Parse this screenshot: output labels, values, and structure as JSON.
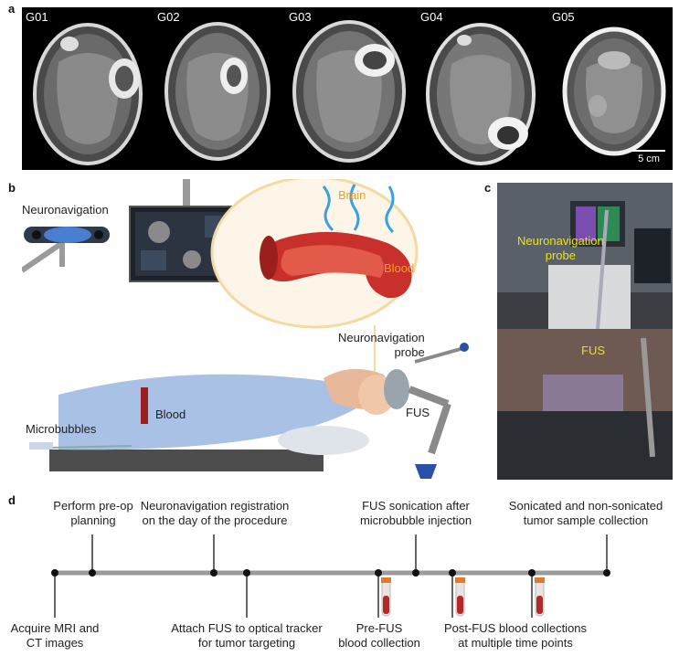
{
  "panels": {
    "a": "a",
    "b": "b",
    "c": "c",
    "d": "d"
  },
  "mri": {
    "scans": [
      {
        "id": "G01"
      },
      {
        "id": "G02"
      },
      {
        "id": "G03"
      },
      {
        "id": "G04"
      },
      {
        "id": "G05"
      }
    ],
    "scale_bar": "5 cm"
  },
  "setup": {
    "neuronavigation": "Neuronavigation",
    "brain": "Brain",
    "blood_inset": "Blood",
    "nav_probe": "Neuronavigation\nprobe",
    "fus": "FUS",
    "microbubbles": "Microbubbles",
    "blood": "Blood"
  },
  "photo": {
    "nav_probe": "Neuronavigation\nprobe",
    "fus": "FUS"
  },
  "timeline": {
    "top": [
      {
        "text": "Perform pre-op\nplanning"
      },
      {
        "text": "Neuronavigation registration\non the day of the procedure"
      },
      {
        "text": "FUS sonication after\nmicrobubble injection"
      },
      {
        "text": "Sonicated and non-sonicated\ntumor sample collection"
      }
    ],
    "bottom": [
      {
        "text": "Acquire MRI and\nCT images"
      },
      {
        "text": "Attach FUS to optical tracker\nfor tumor targeting"
      },
      {
        "text": "Pre-FUS\nblood collection"
      },
      {
        "text": "Post-FUS blood collections\nat multiple time points"
      }
    ]
  },
  "colors": {
    "mri_bg": "#000000",
    "ellipse_fill": "#fdf6e8",
    "ellipse_stroke": "#f3d9a4",
    "vessel": "#c9302c",
    "brain_arrow": "#3aa0e0",
    "photo_label": "#f0e300"
  }
}
